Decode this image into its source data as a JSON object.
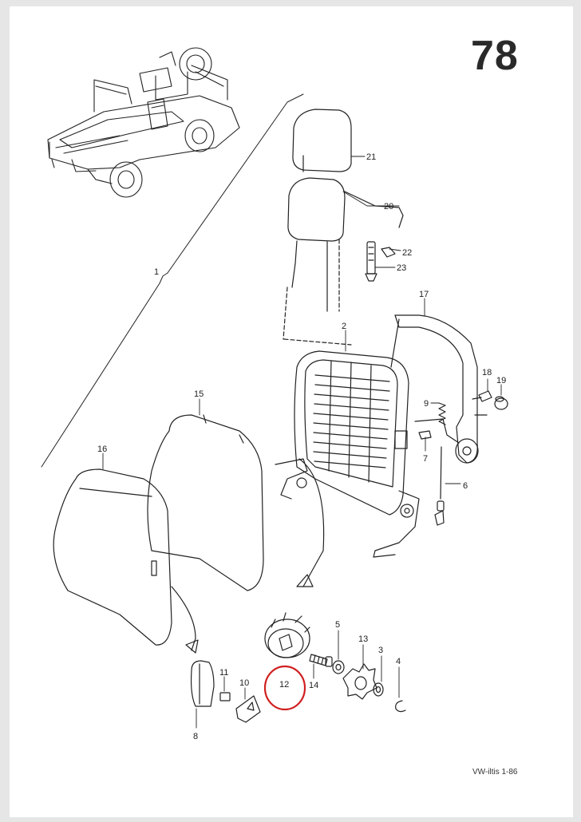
{
  "page_number": "78",
  "footer": "VW-iltis 1-86",
  "highlight_color": "#d02020",
  "highlighted_part": "12",
  "callouts": {
    "c1": "1",
    "c2": "2",
    "c3": "3",
    "c4": "4",
    "c5": "5",
    "c6": "6",
    "c7": "7",
    "c8": "8",
    "c9": "9",
    "c10": "10",
    "c11": "11",
    "c12": "12",
    "c13": "13",
    "c14": "14",
    "c15": "15",
    "c16": "16",
    "c17": "17",
    "c18": "18",
    "c19": "19",
    "c20": "20",
    "c21": "21",
    "c22": "22",
    "c23": "23"
  }
}
